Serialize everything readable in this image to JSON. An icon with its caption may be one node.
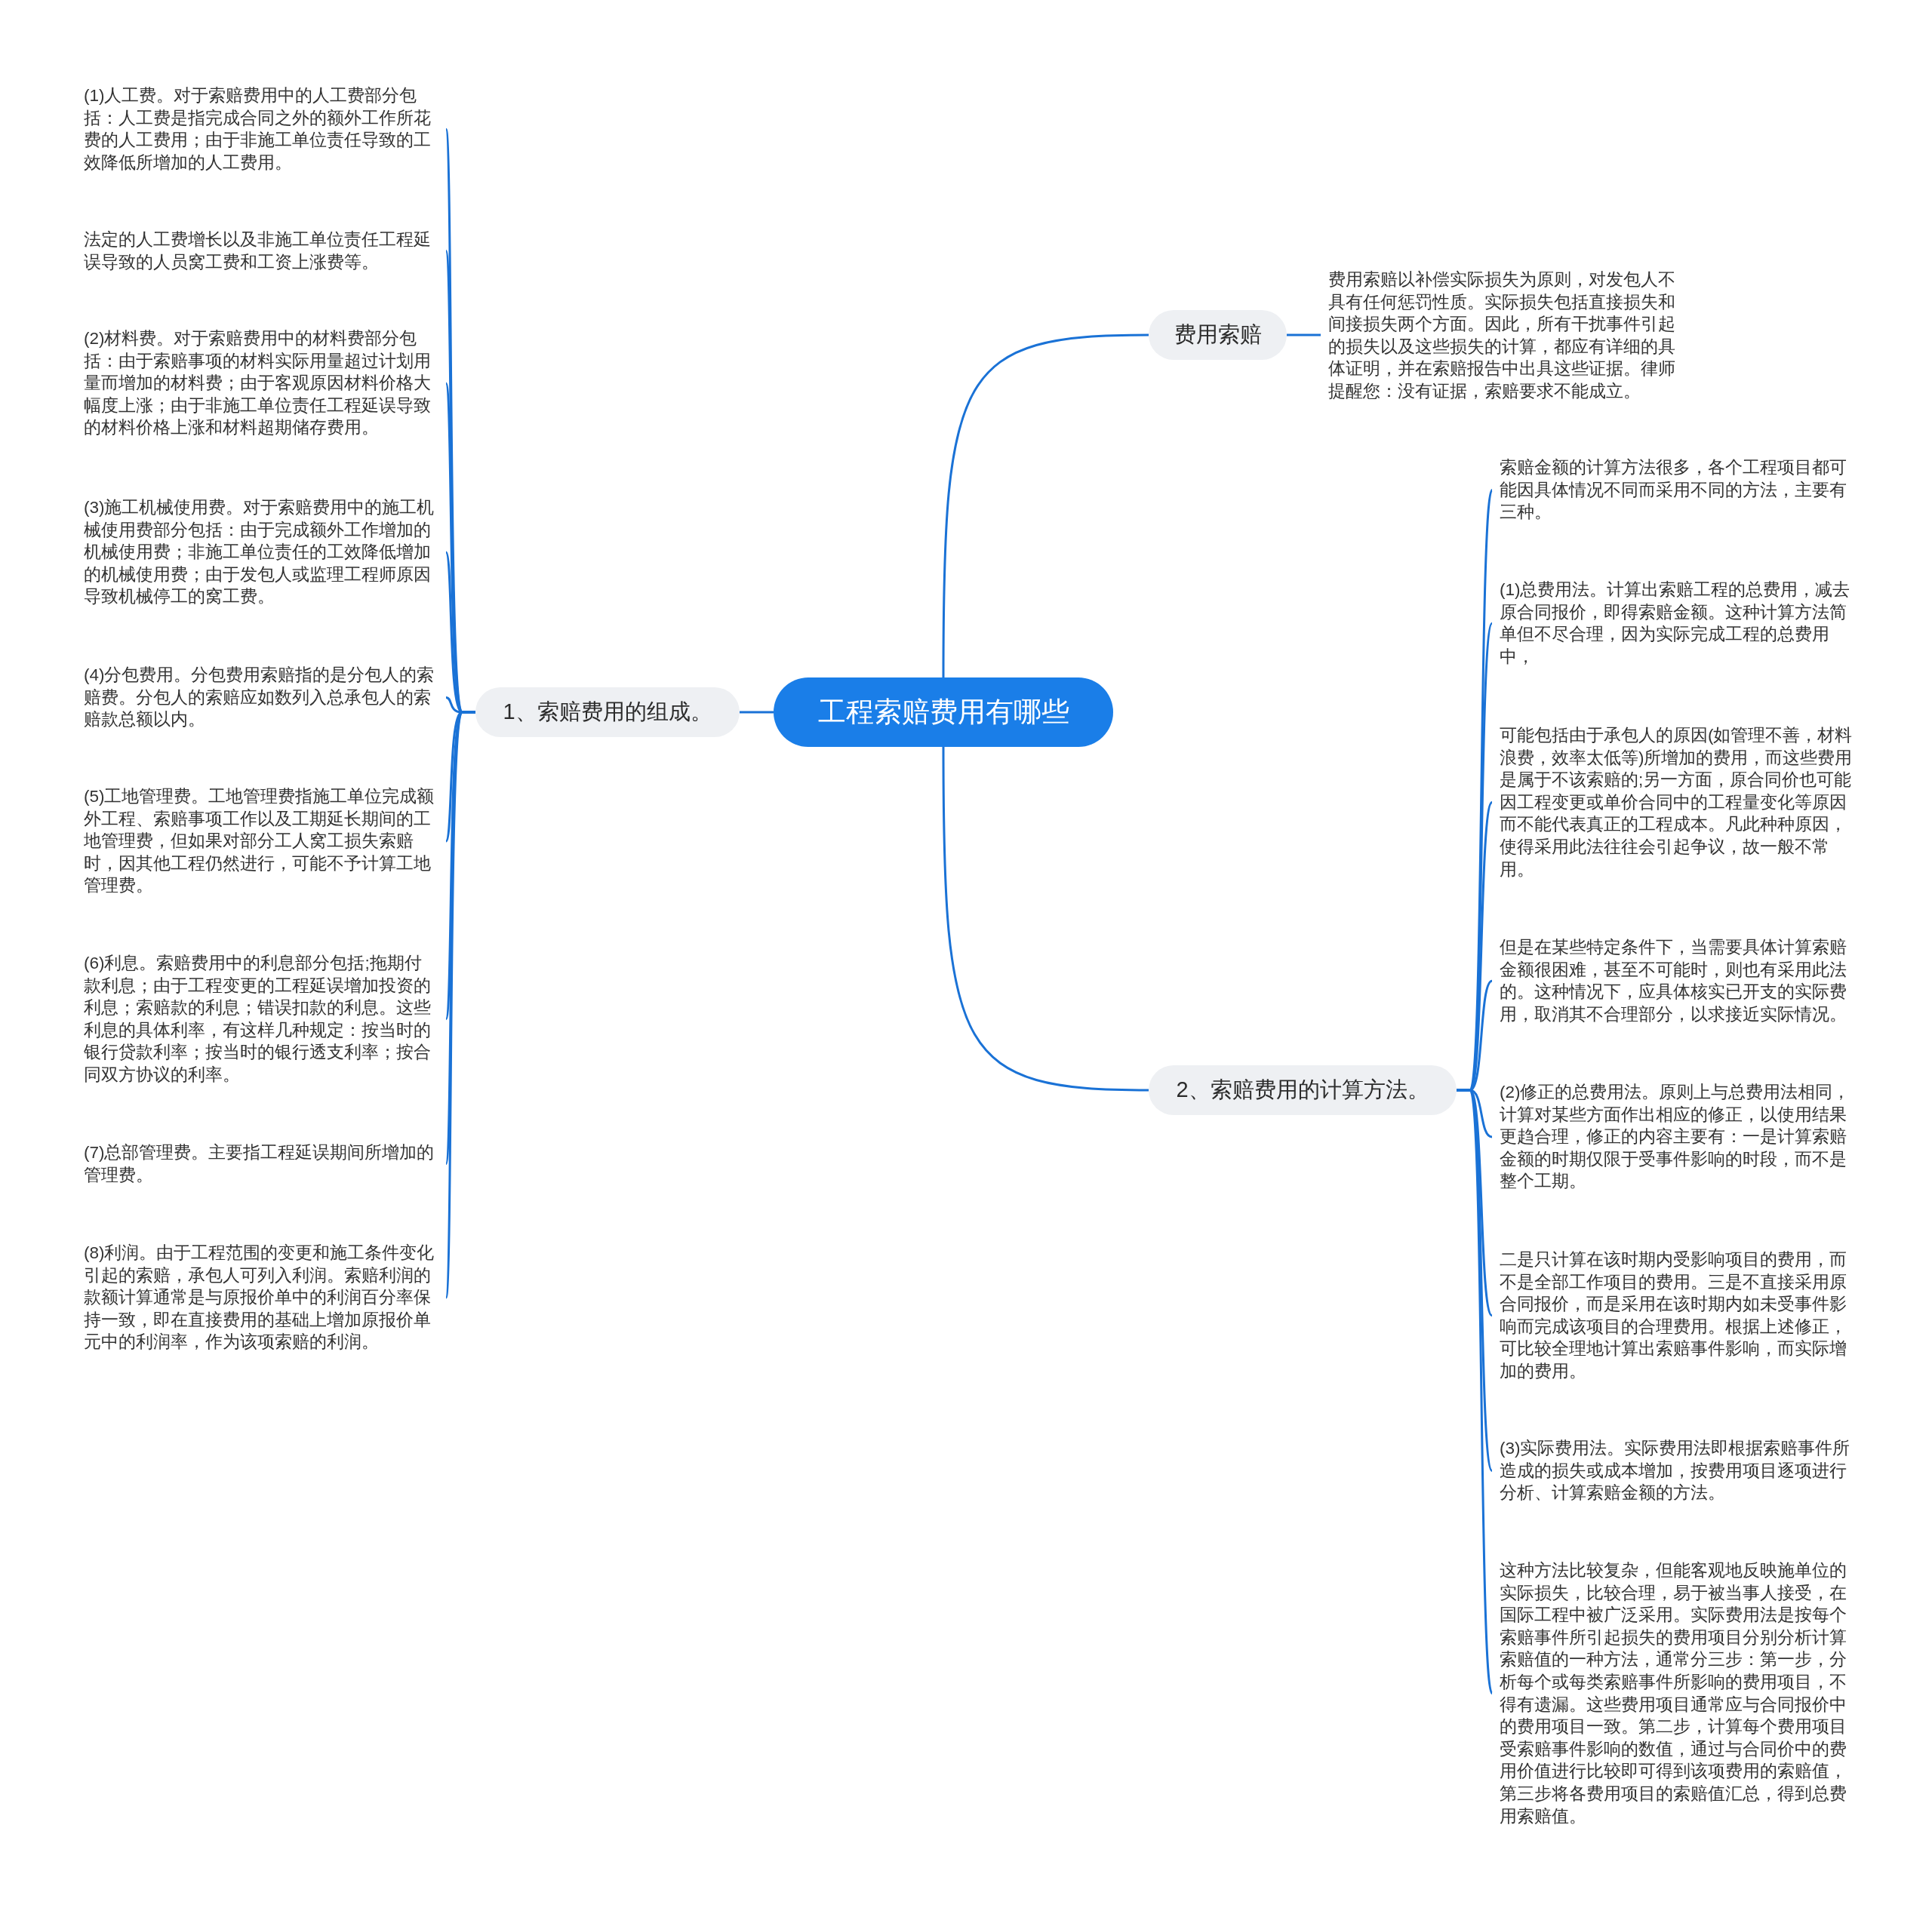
{
  "diagram": {
    "nodes": [
      {
        "text": [
          "工程索赔费用有哪些"
        ]
      },
      {
        "text": [
          "费用索赔"
        ]
      },
      {
        "text": [
          "费用索赔以补偿实际损失为原则，对发包人不具有任何惩罚性质。实际损失包括直接损失和间接损失两个方面。因此，所有干扰事件引起的损失以及这些损失的计算，都应有详细的具体证明，并在索赔报告中出具这些证据。律师提醒您：没有证据，索赔要求不能成立。"
        ]
      },
      {
        "text": [
          "1、索赔费用的组成。"
        ]
      },
      {
        "text": [
          "(1)人工费。对于索赔费用中的人工费部分包括：人工费是指完成合同之外的额外工作所花费的人工费用；由于非施工单位责任导致的工效降低所增加的人工费用。"
        ]
      },
      {
        "text": [
          "法定的人工费增长以及非施工单位责任工程延误导致的人员窝工费和工资上涨费等。"
        ]
      },
      {
        "text": [
          "(2)材料费。对于索赔费用中的材料费部分包括：由于索赔事项的材料实际用量超过计划用量而增加的材料费；由于客观原因材料价格大幅度上涨；由于非施工单位责任工程延误导致的材料价格上涨和材料超期储存费用。"
        ]
      },
      {
        "text": [
          "(3)施工机械使用费。对于索赔费用中的施工机械使用费部分包括：由于完成额外工作增加的机械使用费；非施工单位责任的工效降低增加的机械使用费；由于发包人或监理工程师原因导致机械停工的窝工费。"
        ]
      },
      {
        "text": [
          "(4)分包费用。分包费用索赔指的是分包人的索赔费。分包人的索赔应如数列入总承包人的索赔款总额以内。"
        ]
      },
      {
        "text": [
          "(5)工地管理费。工地管理费指施工单位完成额外工程、索赔事项工作以及工期延长期间的工地管理费，但如果对部分工人窝工损失索赔时，因其他工程仍然进行，可能不予计算工地管理费。"
        ]
      },
      {
        "text": [
          "(6)利息。索赔费用中的利息部分包括;拖期付款利息；由于工程变更的工程延误增加投资的利息；索赔款的利息；错误扣款的利息。这些利息的具体利率，有这样几种规定：按当时的银行贷款利率；按当时的银行透支利率；按合同双方协议的利率。"
        ]
      },
      {
        "text": [
          "(7)总部管理费。主要指工程延误期间所增加的管理费。"
        ]
      },
      {
        "text": [
          "(8)利润。由于工程范围的变更和施工条件变化引起的索赔，承包人可列入利润。索赔利润的款额计算通常是与原报价单中的利润百分率保持一致，即在直接费用的基础上增加原报价单元中的利润率，作为该项索赔的利润。"
        ]
      },
      {
        "text": [
          "2、索赔费用的计算方法。"
        ]
      },
      {
        "text": [
          "索赔金额的计算方法很多，各个工程项目都可能因具体情况不同而采用不同的方法，主要有三种。"
        ]
      },
      {
        "text": [
          "(1)总费用法。计算出索赔工程的总费用，减去原合同报价，即得索赔金额。这种计算方法简单但不尽合理，因为实际完成工程的总费用中，"
        ]
      },
      {
        "text": [
          "可能包括由于承包人的原因(如管理不善，材料浪费，效率太低等)所增加的费用，而这些费用是属于不该索赔的;另一方面，原合同价也可能因工程变更或单价合同中的工程量变化等原因而不能代表真正的工程成本。凡此种种原因，使得采用此法往往会引起争议，故一般不常用。"
        ]
      },
      {
        "text": [
          "但是在某些特定条件下，当需要具体计算索赔金额很困难，甚至不可能时，则也有采用此法的。这种情况下，应具体核实已开支的实际费用，取消其不合理部分，以求接近实际情况。"
        ]
      },
      {
        "text": [
          "(2)修正的总费用法。原则上与总费用法相同，计算对某些方面作出相应的修正，以使用结果更趋合理，修正的内容主要有：一是计算索赔金额的时期仅限于受事件影响的时段，而不是整个工期。"
        ]
      },
      {
        "text": [
          "二是只计算在该时期内受影响项目的费用，而不是全部工作项目的费用。三是不直接采用原合同报价，而是采用在该时期内如未受事件影响而完成该项目的合理费用。根据上述修正，可比较全理地计算出索赔事件影响，而实际增加的费用。"
        ]
      },
      {
        "text": [
          "(3)实际费用法。实际费用法即根据索赔事件所造成的损失或成本增加，按费用项目逐项进行分析、计算索赔金额的方法。"
        ]
      },
      {
        "text": [
          "这种方法比较复杂，但能客观地反映施单位的实际损失，比较合理，易于被当事人接受，在国际工程中被广泛采用。实际费用法是按每个索赔事件所引起损失的费用项目分别分析计算索赔值的一种方法，通常分三步：第一步，分析每个或每类索赔事件所影响的费用项目，不得有遗漏。这些费用项目通常应与合同报价中的费用项目一致。第二步，计算每个费用项目受索赔事件影响的数值，通过与合同价中的费用价值进行比较即可得到该项费用的索赔值，第三步将各费用项目的索赔值汇总，得到总费用索赔值。"
        ]
      }
    ],
    "edges": [
      {
        "from": 0,
        "to": 1,
        "arrow": "none"
      },
      {
        "from": 1,
        "to": 2,
        "arrow": "none"
      },
      {
        "from": 0,
        "to": 3,
        "arrow": "none"
      },
      {
        "from": 3,
        "to": 4,
        "arrow": "none"
      },
      {
        "from": 3,
        "to": 5,
        "arrow": "none"
      },
      {
        "from": 3,
        "to": 6,
        "arrow": "none"
      },
      {
        "from": 3,
        "to": 7,
        "arrow": "none"
      },
      {
        "from": 3,
        "to": 8,
        "arrow": "none"
      },
      {
        "from": 3,
        "to": 9,
        "arrow": "none"
      },
      {
        "from": 3,
        "to": 10,
        "arrow": "none"
      },
      {
        "from": 3,
        "to": 11,
        "arrow": "none"
      },
      {
        "from": 3,
        "to": 12,
        "arrow": "none"
      },
      {
        "from": 0,
        "to": 13,
        "arrow": "none"
      },
      {
        "from": 13,
        "to": 14,
        "arrow": "none"
      },
      {
        "from": 13,
        "to": 15,
        "arrow": "none"
      },
      {
        "from": 13,
        "to": 16,
        "arrow": "none"
      },
      {
        "from": 13,
        "to": 17,
        "arrow": "none"
      },
      {
        "from": 13,
        "to": 18,
        "arrow": "none"
      },
      {
        "from": 13,
        "to": 19,
        "arrow": "none"
      },
      {
        "from": 13,
        "to": 20,
        "arrow": "none"
      },
      {
        "from": 13,
        "to": 21,
        "arrow": "none"
      }
    ]
  }
}
